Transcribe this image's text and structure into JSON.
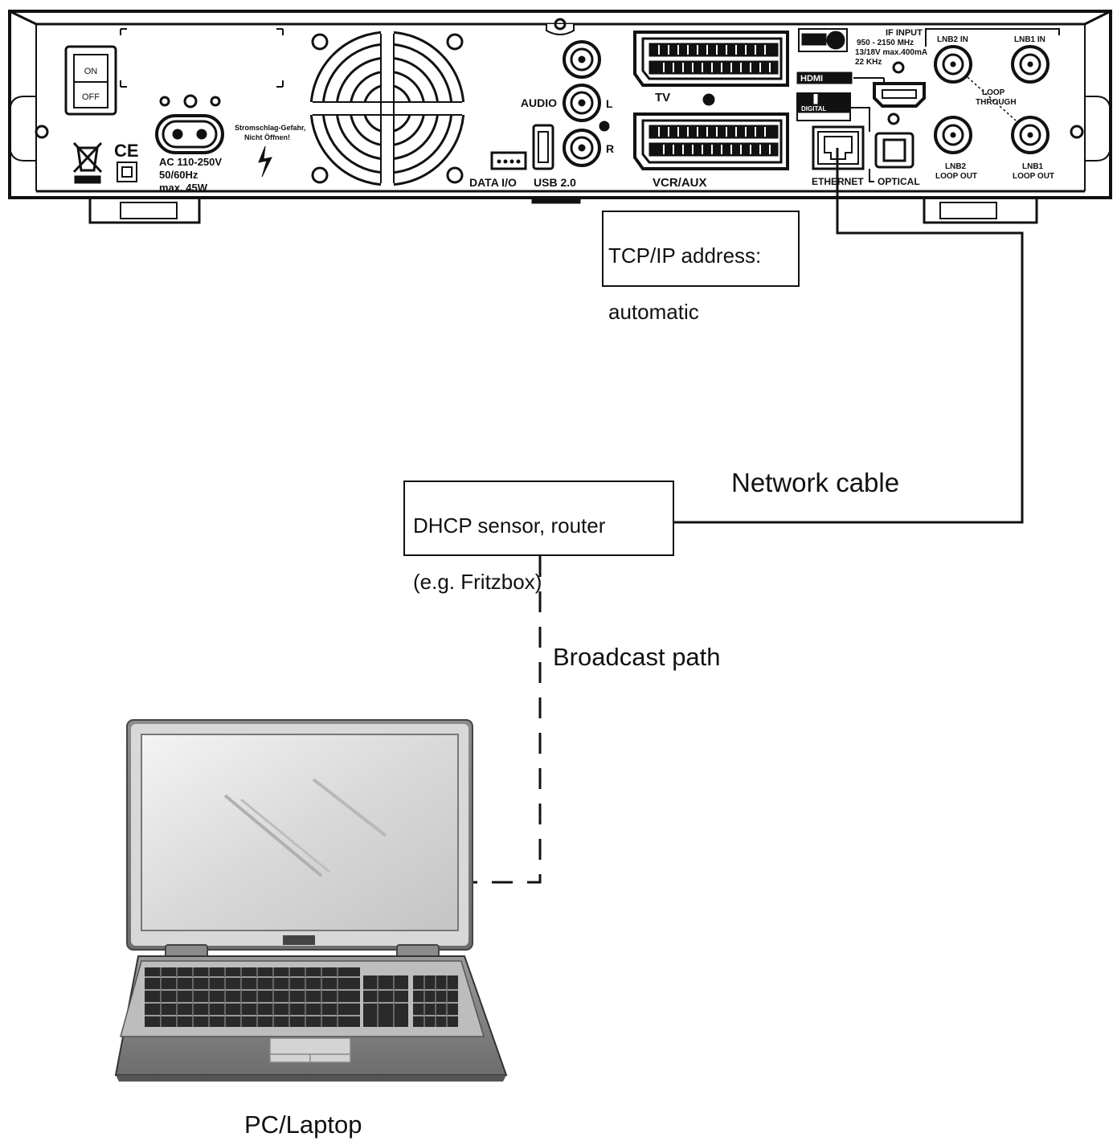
{
  "device": {
    "switch": {
      "on": "ON",
      "off": "OFF"
    },
    "power": {
      "spec_line1": "AC  110-250V",
      "spec_line2": "50/60Hz",
      "spec_line3": "max.  45W"
    },
    "warning_text_line1": "Stromschlag-Gefahr,",
    "warning_text_line2": "Nicht  Öffnen!",
    "ports": {
      "audio": "AUDIO",
      "left": "L",
      "right": "R",
      "data_io": "DATA  I/O",
      "usb": "USB  2.0",
      "tv": "TV",
      "vcr_aux": "VCR/AUX",
      "ethernet": "ETHERNET",
      "optical": "OPTICAL",
      "if_input_title": "IF INPUT",
      "if_input_line1": "950  -  2150  MHz",
      "if_input_line2": "13/18V  max.400mA",
      "if_input_line3": "22  KHz",
      "lnb2_in": "LNB2  IN",
      "lnb1_in": "LNB1  IN",
      "loop_line1": "LOOP",
      "loop_line2": "THROUGH",
      "lnb2_loop_line1": "LNB2",
      "lnb2_loop_line2": "LOOP  OUT",
      "lnb1_loop_line1": "LNB1",
      "lnb1_loop_line2": "LOOP  OUT",
      "hdmi": "HDMI",
      "digital": "DIGITAL"
    }
  },
  "labels": {
    "tcpip_line1": "TCP/IP address:",
    "tcpip_line2": "automatic",
    "router_line1": "DHCP sensor, router",
    "router_line2": "(e.g. Fritzbox)",
    "network_cable": "Network cable",
    "broadcast_path": "Broadcast path",
    "pc_laptop": "PC/Laptop"
  }
}
